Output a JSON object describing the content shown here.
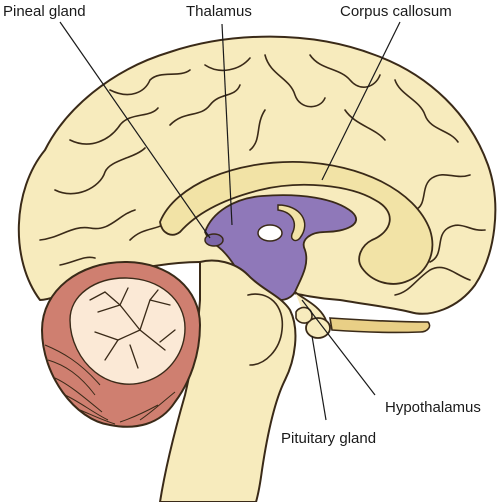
{
  "labels": {
    "pineal": "Pineal gland",
    "thalamus": "Thalamus",
    "corpus": "Corpus callosum",
    "hypothalamus": "Hypothalamus",
    "pituitary": "Pituitary gland"
  },
  "colors": {
    "cortex": "#f7ebbd",
    "corpus_callosum": "#f2e3a6",
    "thalamus": "#8f78b9",
    "cerebellum": "#d4897a",
    "cerebellum_arbor": "#fbe9d6",
    "outline": "#3a2a18",
    "background": "#ffffff"
  }
}
